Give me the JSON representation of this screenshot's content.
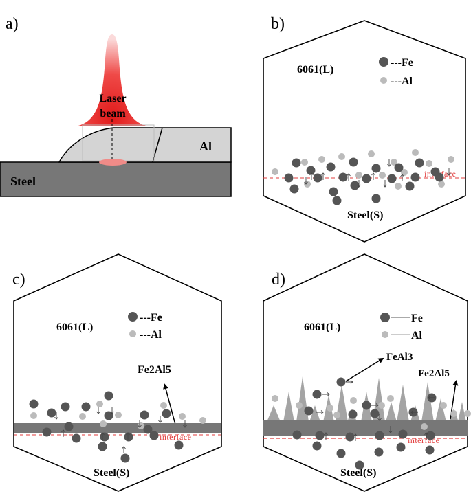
{
  "panels": {
    "a": {
      "letter": "a)",
      "laser_label": "Laser\nbeam",
      "al_label": "Al",
      "steel_label": "Steel"
    },
    "b": {
      "letter": "b)",
      "alloy_label": "6061(L)",
      "legend": [
        {
          "label": "---Fe",
          "color": "#555555"
        },
        {
          "label": "---Al",
          "color": "#bbbbbb"
        }
      ],
      "interface_label": "interface",
      "substrate_label": "Steel(S)"
    },
    "c": {
      "letter": "c)",
      "alloy_label": "6061(L)",
      "legend": [
        {
          "label": "---Fe",
          "color": "#555555"
        },
        {
          "label": "---Al",
          "color": "#bbbbbb"
        }
      ],
      "phase_label": "Fe2Al5",
      "interface_label": "interface",
      "substrate_label": "Steel(S)"
    },
    "d": {
      "letter": "d)",
      "alloy_label": "6061(L)",
      "legend": [
        {
          "label": "Fe",
          "color": "#555555"
        },
        {
          "label": "Al",
          "color": "#bbbbbb"
        }
      ],
      "phase_label_1": "FeAl3",
      "phase_label_2": "Fe2Al5",
      "interface_label": "interface",
      "substrate_label": "Steel(S)"
    }
  },
  "colors": {
    "fe_atom": "#555555",
    "al_atom": "#bbbbbb",
    "laser": "#e8322f",
    "interface_line": "#e23b3b",
    "steel": "#777777",
    "aluminum": "#d4d4d4",
    "imc_layer": "#777777"
  }
}
